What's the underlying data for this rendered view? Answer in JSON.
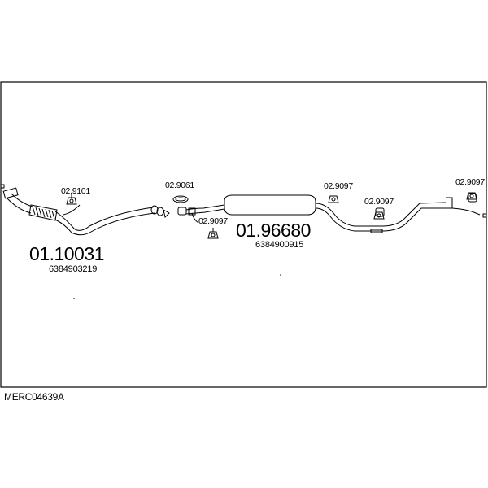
{
  "drawing": {
    "kit_code": "MERC04639A",
    "parts": [
      {
        "number": "01.10031",
        "oe_number": "6384903219"
      },
      {
        "number": "01.96680",
        "oe_number": "6384900915"
      }
    ],
    "fittings": [
      "02.9101",
      "02.9061",
      "02.9097",
      "02.9097",
      "02.9097",
      "02.9097"
    ]
  }
}
